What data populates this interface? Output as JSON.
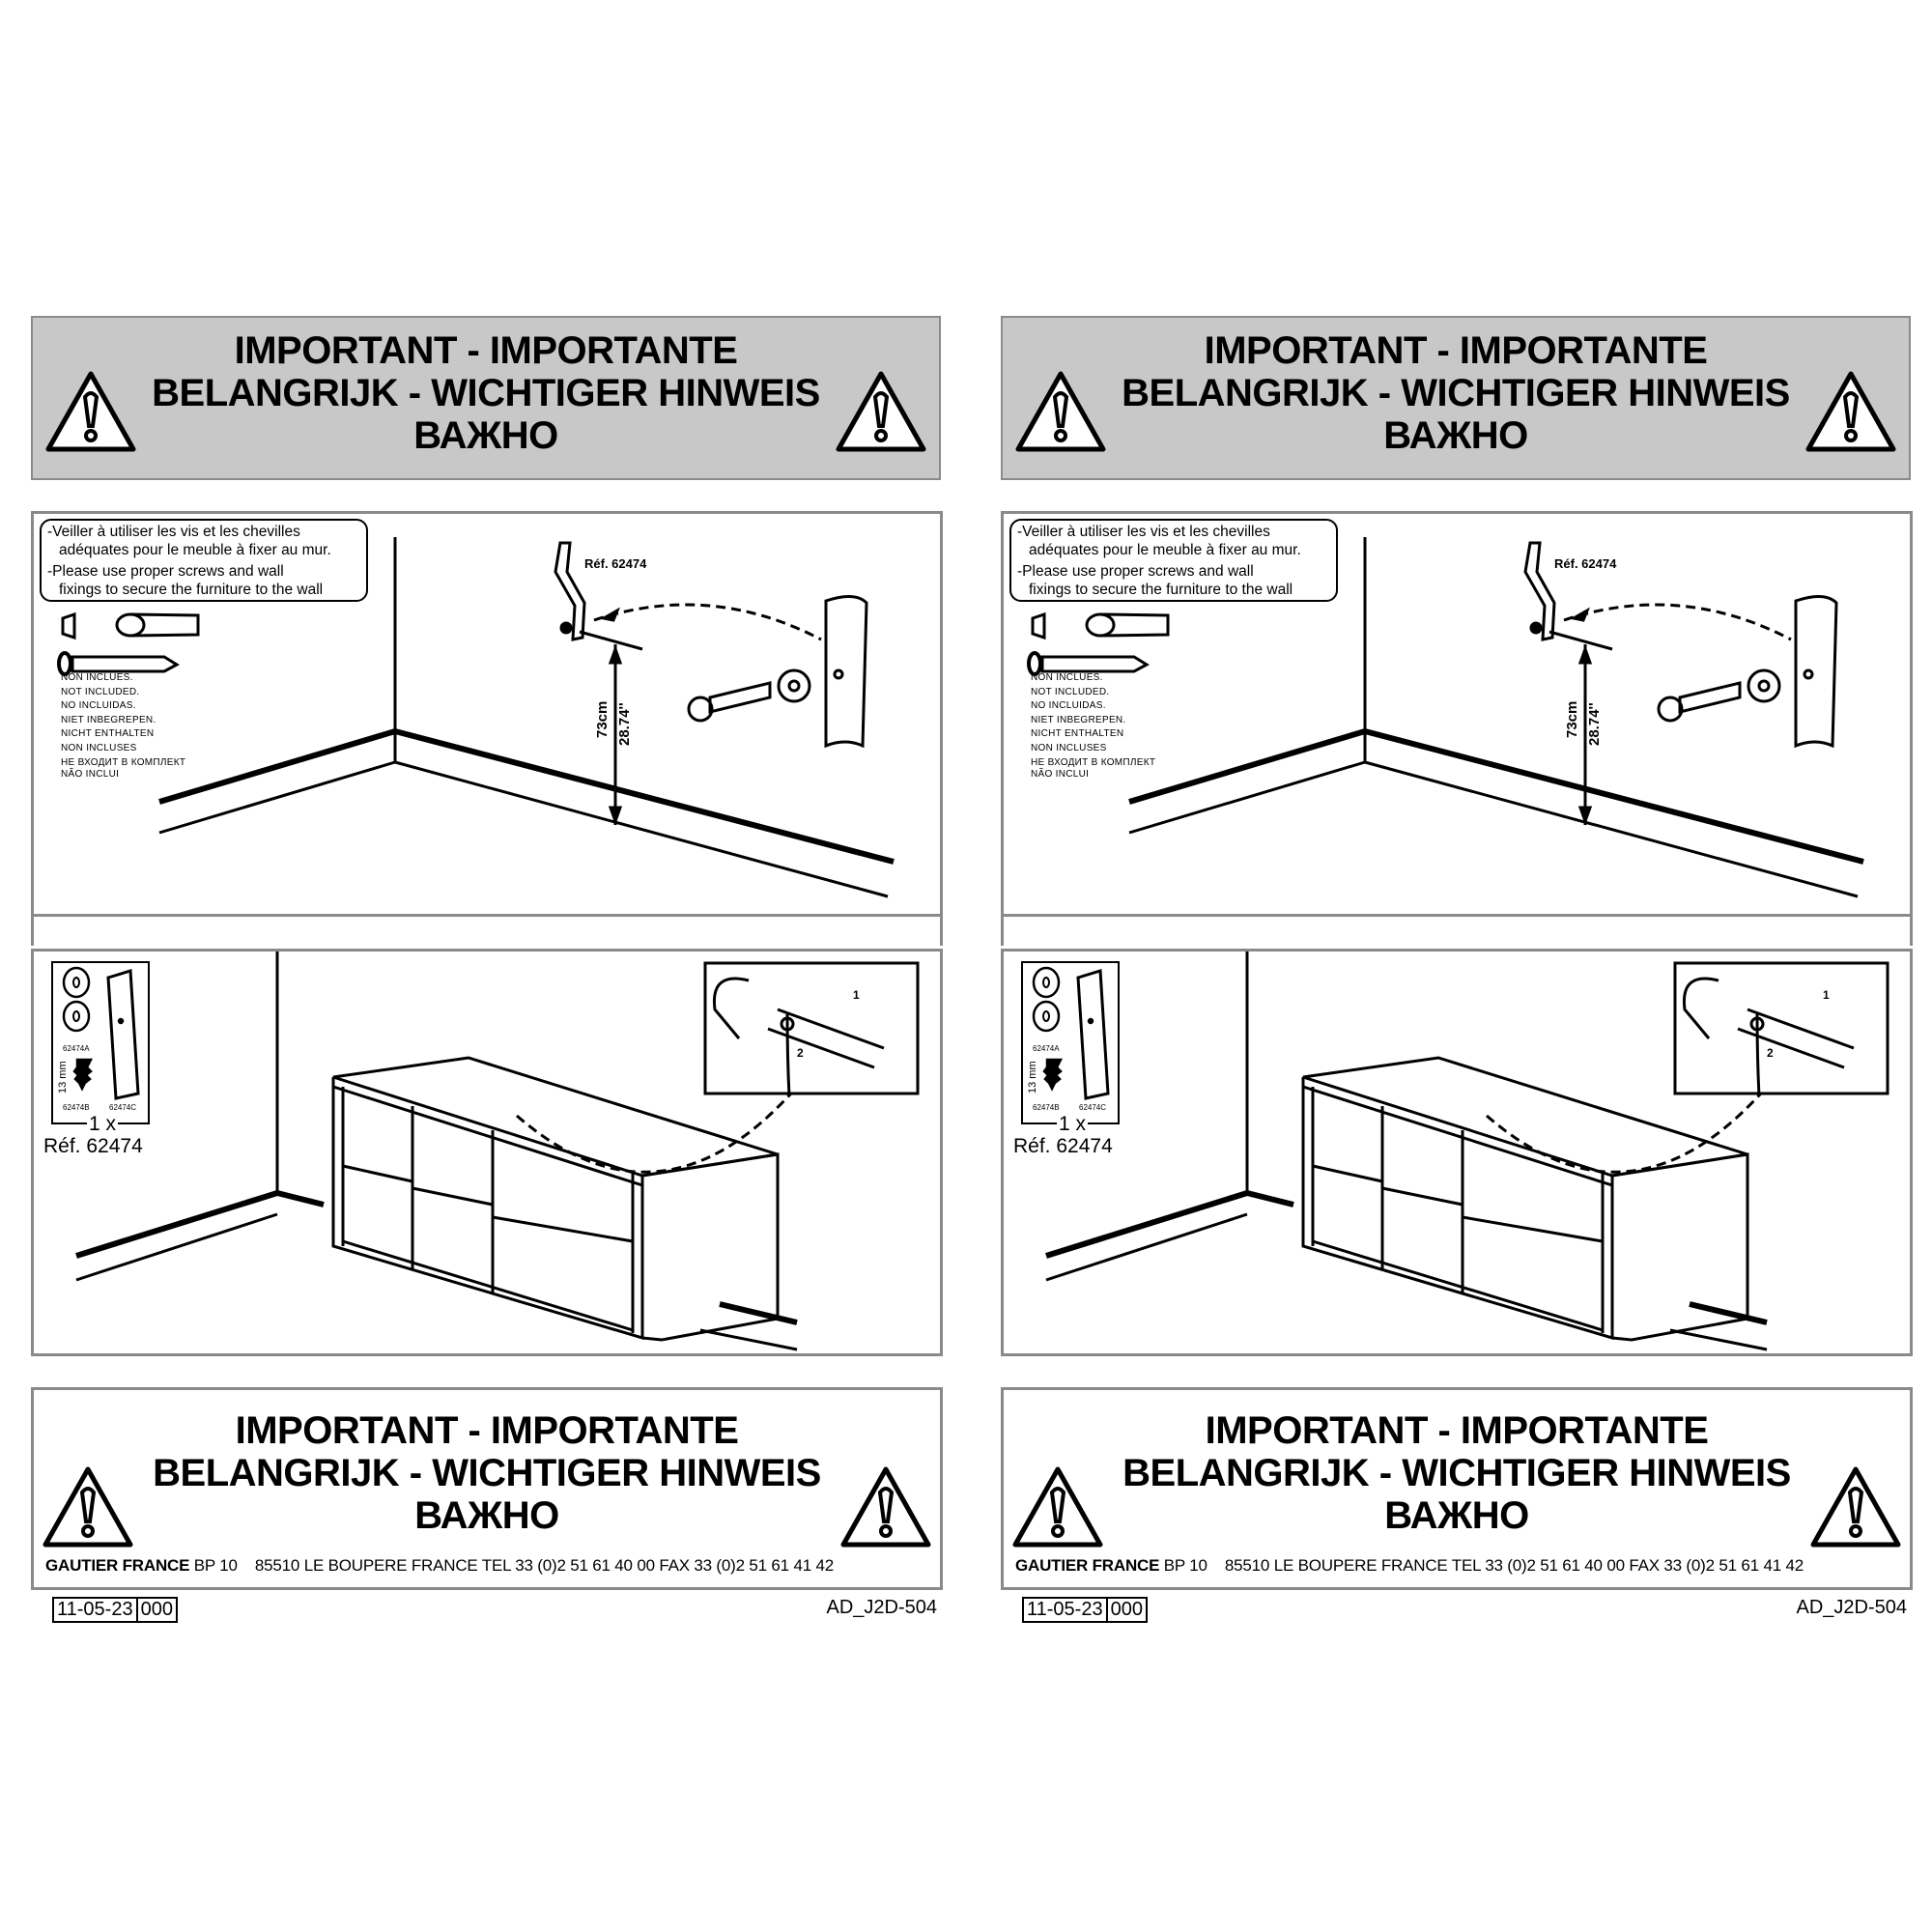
{
  "pages": [
    {
      "header": {
        "lines": [
          "IMPORTANT - IMPORTANTE",
          "BELANGRIJK - WICHTIGER HINWEIS",
          "ВАЖНО"
        ]
      },
      "step1": {
        "notice": [
          "-Veiller à utiliser les vis et les chevilles",
          "adéquates pour le meuble à fixer au mur.",
          "-Please use proper screws and wall",
          "fixings to secure the furniture to the wall"
        ],
        "not_included": [
          "NON INCLUES.",
          "NOT INCLUDED.",
          "NO INCLUIDAS.",
          "NIET INBEGREPEN.",
          "NICHT ENTHALTEN",
          "NON INCLUSES",
          "НЕ ВХОДИТ В КОМПЛЕКТ",
          "NÃO INCLUI"
        ],
        "ref": "Réf. 62474",
        "height_cm": "73cm",
        "height_in": "28.74''"
      },
      "step2": {
        "part_a": "62474A",
        "part_b": "62474B",
        "part_c": "62474C",
        "screw_len": "13 mm",
        "qty": "1 x",
        "ref": "Réf. 62474",
        "step1": "1",
        "step2": "2"
      },
      "footer": {
        "lines": [
          "IMPORTANT - IMPORTANTE",
          "BELANGRIJK - WICHTIGER HINWEIS",
          "ВАЖНО"
        ],
        "company": "GAUTIER FRANCE",
        "address": "BP 10    85510 LE BOUPERE FRANCE TEL 33 (0)2 51 61 40 00 FAX 33 (0)2 51 61 41 42"
      },
      "date": "11-05-23",
      "revision": "000",
      "doc_code": "AD_J2D-504"
    },
    {
      "header": {
        "lines": [
          "IMPORTANT - IMPORTANTE",
          "BELANGRIJK - WICHTIGER HINWEIS",
          "ВАЖНО"
        ]
      },
      "step1": {
        "notice": [
          "-Veiller à utiliser les vis et les chevilles",
          "adéquates pour le meuble à fixer au mur.",
          "-Please use proper screws and wall",
          "fixings to secure the furniture to the wall"
        ],
        "not_included": [
          "NON INCLUES.",
          "NOT INCLUDED.",
          "NO INCLUIDAS.",
          "NIET INBEGREPEN.",
          "NICHT ENTHALTEN",
          "NON INCLUSES",
          "НЕ ВХОДИТ В КОМПЛЕКТ",
          "NÃO INCLUI"
        ],
        "ref": "Réf. 62474",
        "height_cm": "73cm",
        "height_in": "28.74''"
      },
      "step2": {
        "part_a": "62474A",
        "part_b": "62474B",
        "part_c": "62474C",
        "screw_len": "13 mm",
        "qty": "1 x",
        "ref": "Réf. 62474",
        "step1": "1",
        "step2": "2"
      },
      "footer": {
        "lines": [
          "IMPORTANT - IMPORTANTE",
          "BELANGRIJK - WICHTIGER HINWEIS",
          "ВАЖНО"
        ],
        "company": "GAUTIER FRANCE",
        "address": "BP 10    85510 LE BOUPERE FRANCE TEL 33 (0)2 51 61 40 00 FAX 33 (0)2 51 61 41 42"
      },
      "date": "11-05-23",
      "revision": "000",
      "doc_code": "AD_J2D-504"
    }
  ]
}
